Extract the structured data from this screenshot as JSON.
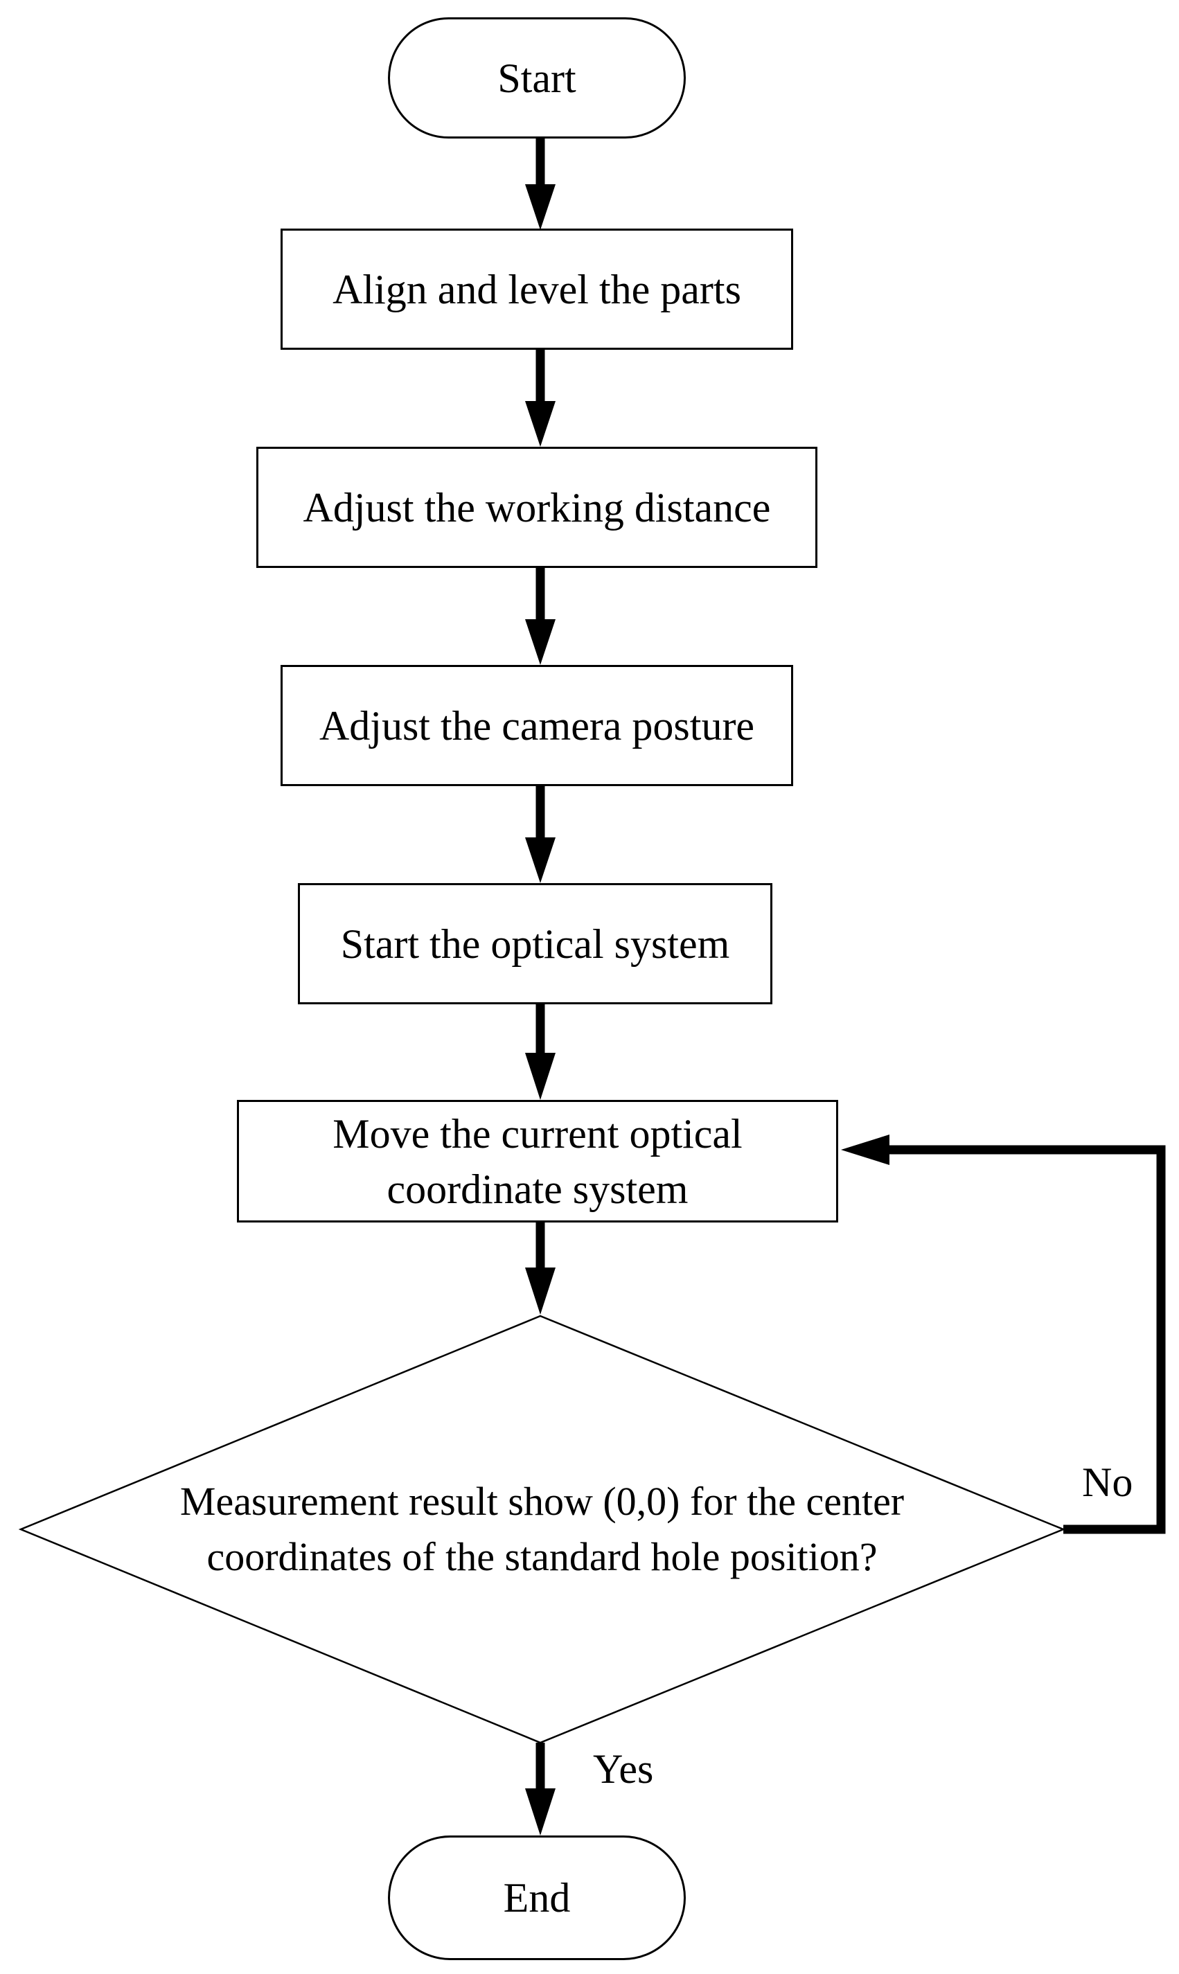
{
  "diagram": {
    "type": "flowchart",
    "colors": {
      "stroke": "#000000",
      "background": "#ffffff",
      "text": "#000000"
    },
    "nodes": {
      "start": {
        "type": "terminator",
        "label": "Start"
      },
      "align": {
        "type": "process",
        "label": "Align and level the parts"
      },
      "working_distance": {
        "type": "process",
        "label": "Adjust the working distance"
      },
      "camera_posture": {
        "type": "process",
        "label": "Adjust the camera posture"
      },
      "optical_system": {
        "type": "process",
        "label": "Start the optical system"
      },
      "move_coordinate": {
        "type": "process",
        "label": "Move the current optical coordinate system"
      },
      "decision": {
        "type": "decision",
        "label": "Measurement result show (0,0) for the center coordinates of the standard hole position?"
      },
      "end": {
        "type": "terminator",
        "label": "End"
      }
    },
    "edge_labels": {
      "no": "No",
      "yes": "Yes"
    }
  }
}
